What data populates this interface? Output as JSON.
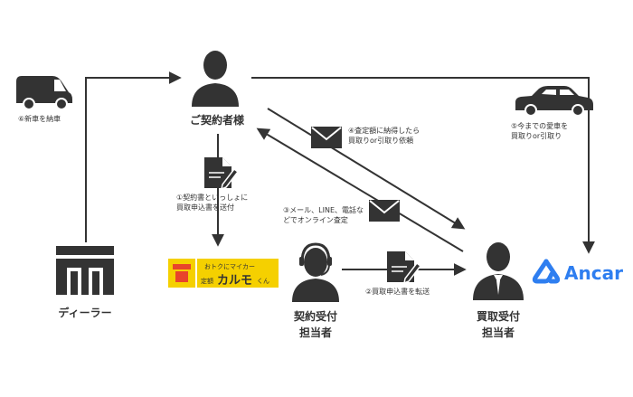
{
  "nodes": {
    "customer": "ご契約者様",
    "dealer": "ディーラー",
    "contract_staff": [
      "契約受付",
      "担当者"
    ],
    "purchase_staff": [
      "買取受付",
      "担当者"
    ]
  },
  "steps": {
    "s1": [
      "①契約書といっしょに",
      "買取申込書を送付"
    ],
    "s2": "②買取申込書を転送",
    "s3": [
      "③メール、LINE、電話な",
      "どでオンライン査定"
    ],
    "s4": [
      "④査定額に納得したら",
      "買取りor引取り依頼"
    ],
    "s5": [
      "⑤今までの愛車を",
      "買取りor引取り"
    ],
    "s6": "⑥新車を納車"
  },
  "logos": {
    "karumo_small": "おトクにマイカー",
    "karumo_prefix": "定額",
    "karumo_main": "カルモ",
    "karumo_suffix": "くん",
    "ancar": "Ancar"
  },
  "colors": {
    "dark": "#333333",
    "karumo_yellow": "#f5d000",
    "karumo_red": "#e8442b",
    "ancar_blue": "#2e7ef0"
  }
}
